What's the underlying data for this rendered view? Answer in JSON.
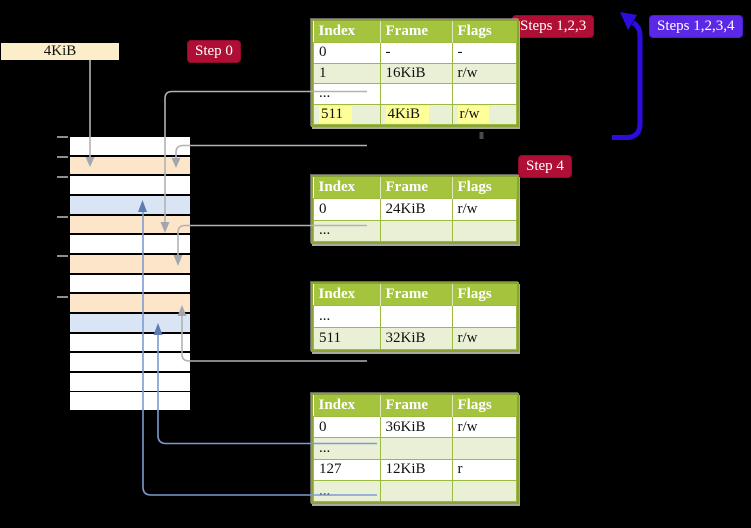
{
  "diagram": {
    "size_label": "4KiB",
    "step_labels": {
      "step0": "Step 0",
      "steps123": "Steps 1,2,3",
      "steps1234": "Steps 1,2,3,4",
      "step4": "Step 4"
    },
    "page_tables": [
      {
        "headers": [
          "Index",
          "Frame",
          "Flags"
        ],
        "rows": [
          {
            "cells": [
              "0",
              "-",
              "-"
            ],
            "shaded": false,
            "highlighted": false
          },
          {
            "cells": [
              "1",
              "16KiB",
              "r/w"
            ],
            "shaded": true,
            "highlighted": false
          },
          {
            "cells": [
              "...",
              "",
              ""
            ],
            "shaded": false,
            "highlighted": false
          },
          {
            "cells": [
              "511",
              "4KiB",
              "r/w"
            ],
            "shaded": true,
            "highlighted": true
          }
        ]
      },
      {
        "headers": [
          "Index",
          "Frame",
          "Flags"
        ],
        "rows": [
          {
            "cells": [
              "0",
              "24KiB",
              "r/w"
            ],
            "shaded": false,
            "highlighted": false
          },
          {
            "cells": [
              "...",
              "",
              ""
            ],
            "shaded": true,
            "highlighted": false
          }
        ]
      },
      {
        "headers": [
          "Index",
          "Frame",
          "Flags"
        ],
        "rows": [
          {
            "cells": [
              "...",
              "",
              ""
            ],
            "shaded": false,
            "highlighted": false
          },
          {
            "cells": [
              "511",
              "32KiB",
              "r/w"
            ],
            "shaded": true,
            "highlighted": false
          }
        ]
      },
      {
        "headers": [
          "Index",
          "Frame",
          "Flags"
        ],
        "rows": [
          {
            "cells": [
              "0",
              "36KiB",
              "r/w"
            ],
            "shaded": false,
            "highlighted": false
          },
          {
            "cells": [
              "...",
              "",
              ""
            ],
            "shaded": true,
            "highlighted": false
          },
          {
            "cells": [
              "127",
              "12KiB",
              "r"
            ],
            "shaded": false,
            "highlighted": false
          },
          {
            "cells": [
              "...",
              "",
              ""
            ],
            "shaded": true,
            "highlighted": false
          }
        ]
      }
    ],
    "memory_stack": {
      "row_pattern": [
        "white",
        "orange",
        "white",
        "blue",
        "orange",
        "white",
        "orange",
        "white",
        "orange",
        "blue",
        "white",
        "white",
        "white",
        "white"
      ]
    },
    "colors": {
      "background": "#000000",
      "table_header_bg": "#a4c43e",
      "table_row_alt_bg": "#eaf0d6",
      "table_border": "#8aa236",
      "highlight_yellow": "#ffff99",
      "red_label_bg": "#b00f35",
      "violet_label_bg": "#5a28e6",
      "big_arrow_blue": "#2c0ddf",
      "gray_connector": "#b2b2b2",
      "gray_arrowhead": "#a2a7ae",
      "blue_connector": "#7e9bcd",
      "blue_arrowhead": "#5c7cb2",
      "memory_frame_orange": "#fde5c9",
      "memory_frame_blue": "#d9e5f5",
      "memory_frame_white": "#ffffff",
      "size_label_bg": "#fbeec8"
    }
  }
}
